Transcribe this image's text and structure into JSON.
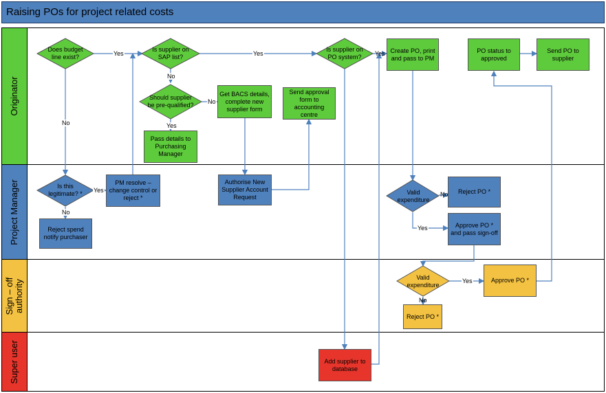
{
  "title": "Raising POs for project related costs",
  "colors": {
    "title_bar": "#4f81bd",
    "green": "#5ecb3c",
    "blue": "#4f81bd",
    "yellow": "#f4c242",
    "red": "#e8352b",
    "connector": "#4f81bd"
  },
  "lanes": {
    "originator": "Originator",
    "project_manager": "Project Manager",
    "signoff_line1": "Sign – off",
    "signoff_line2": "authority",
    "super_user": "Super user"
  },
  "nodes": {
    "budget_line": "Does budget line exist?",
    "supplier_sap": "Is supplier on SAP list?",
    "supplier_po_system": "Is supplier on PO system?",
    "create_po": "Create PO, print and pass to PM",
    "po_status": "PO status to approved",
    "send_po": "Send PO to supplier",
    "prequalified": "Should supplier be pre-qualified?",
    "get_bacs": "Get BACS details, complete new supplier form",
    "send_approval": "Send approval form to accounting centre",
    "pass_purchasing": "Pass details to Purchasing Manager",
    "is_legitimate": "Is this legitimate? *",
    "pm_resolve": "PM resolve – change control or reject *",
    "authorise_new": "Authorise New Supplier Account Request",
    "valid_exp_pm": "Valid expenditure",
    "reject_po_pm": "Reject PO *",
    "approve_po_pm": "Approve PO * and pass sign-off",
    "reject_spend": "Reject spend notify purchaser",
    "valid_exp_so": "Valid expenditure",
    "approve_po_so": "Approve PO *",
    "reject_po_so": "Reject PO *",
    "add_supplier": "Add supplier to database"
  },
  "labels": {
    "yes_budget": "Yes",
    "yes_sap": "Yes",
    "yes_po_system": "Yes",
    "no_sap": "No",
    "no_prequal": "No",
    "yes_prequal": "Yes",
    "no_budget": "No",
    "yes_legit": "Yes",
    "no_legit": "No",
    "no_valid_pm": "No",
    "yes_valid_pm": "Yes",
    "yes_valid_so": "Yes",
    "no_valid_so": "No"
  }
}
